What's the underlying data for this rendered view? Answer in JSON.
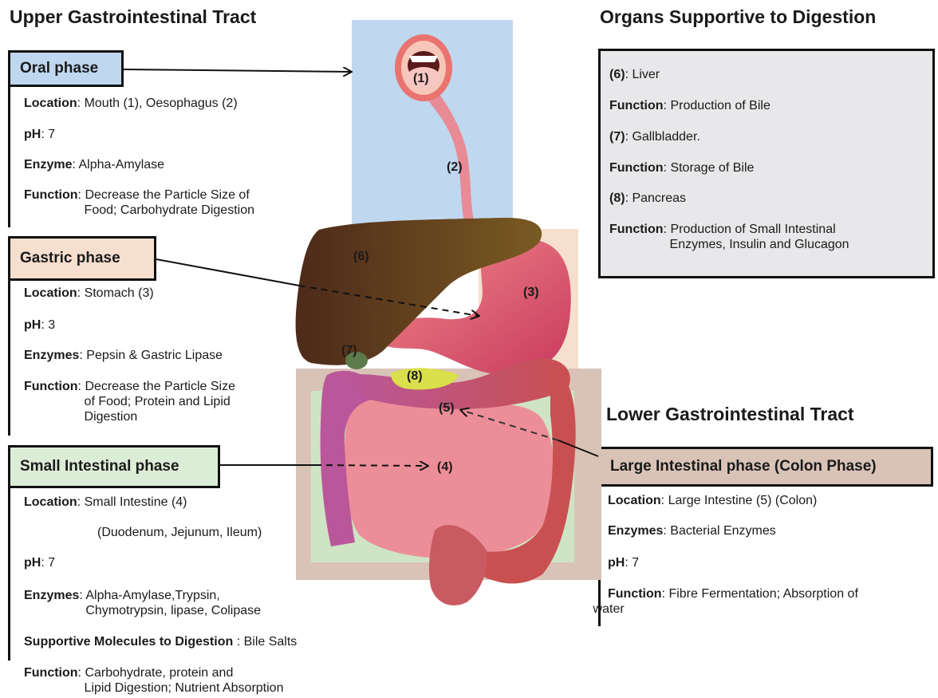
{
  "headings": {
    "upper": "Upper Gastrointestinal Tract",
    "supportive": "Organs Supportive to Digestion",
    "lower": "Lower Gastrointestinal Tract"
  },
  "oral": {
    "title": "Oral phase",
    "location_label": "Location",
    "location_value": ": Mouth (1), Oesophagus (2)",
    "ph_label": "pH",
    "ph_value": ": 7",
    "enzyme_label": "Enzyme",
    "enzyme_value": ": Alpha-Amylase",
    "function_label": "Function",
    "function_value_1": ": Decrease the Particle Size of",
    "function_value_2": "Food; Carbohydrate Digestion"
  },
  "gastric": {
    "title": "Gastric phase",
    "location_label": "Location",
    "location_value": ": Stomach (3)",
    "ph_label": "pH",
    "ph_value": ": 3",
    "enzyme_label": "Enzymes",
    "enzyme_value": ": Pepsin & Gastric Lipase",
    "function_label": "Function",
    "function_value_1": ": Decrease the Particle Size",
    "function_value_2": "of Food; Protein and Lipid",
    "function_value_3": "Digestion"
  },
  "small": {
    "title": "Small Intestinal phase",
    "location_label": "Location",
    "location_value": ": Small Intestine (4)",
    "location_sub": "(Duodenum, Jejunum, Ileum)",
    "ph_label": "pH",
    "ph_value": ": 7",
    "enzyme_label": "Enzymes",
    "enzyme_value_1": ": Alpha-Amylase,Trypsin,",
    "enzyme_value_2": "Chymotrypsin, lipase, Colipase",
    "supportive_label": "Supportive Molecules to Digestion",
    "supportive_value": " : Bile Salts",
    "function_label": "Function",
    "function_value_1": ": Carbohydrate, protein and",
    "function_value_2": "Lipid Digestion; Nutrient Absorption"
  },
  "supportive": {
    "liver_label": "(6)",
    "liver_value": ": Liver",
    "liver_function_label": "Function",
    "liver_function_value": ": Production of Bile",
    "gall_label": "(7)",
    "gall_value": ": Gallbladder.",
    "gall_function_label": "Function",
    "gall_function_value": ": Storage of Bile",
    "pancreas_label": "(8)",
    "pancreas_value": ": Pancreas",
    "pancreas_function_label": "Function",
    "pancreas_function_value_1": ": Production of Small Intestinal",
    "pancreas_function_value_2": "Enzymes, Insulin and Glucagon"
  },
  "large": {
    "title": "Large Intestinal phase (Colon Phase)",
    "location_label": "Location",
    "location_value": ": Large Intestine (5) (Colon)",
    "enzyme_label": "Enzymes",
    "enzyme_value": ":  Bacterial Enzymes",
    "ph_label": "pH",
    "ph_value": ": 7",
    "function_label": "Function",
    "function_value_1": ": Fibre Fermentation; Absorption of",
    "function_value_2": "water"
  },
  "organ_numbers": {
    "mouth": "(1)",
    "oesophagus": "(2)",
    "stomach": "(3)",
    "small_intestine": "(4)",
    "large_intestine": "(5)",
    "liver": "(6)",
    "gallbladder": "(7)",
    "pancreas": "(8)"
  },
  "colors": {
    "oral_bg": "#bfd8ef",
    "gastric_bg": "#f6dfcf",
    "small_bg": "#dcedd7",
    "large_bg": "#d9c3b7",
    "supportive_bg": "#e8e8ea",
    "liver": "#6a4a1c",
    "stomach": "#d9576a",
    "colon": "#c45a5a",
    "pancreas": "#d9e04a",
    "gallbladder": "#5c7a4a"
  }
}
